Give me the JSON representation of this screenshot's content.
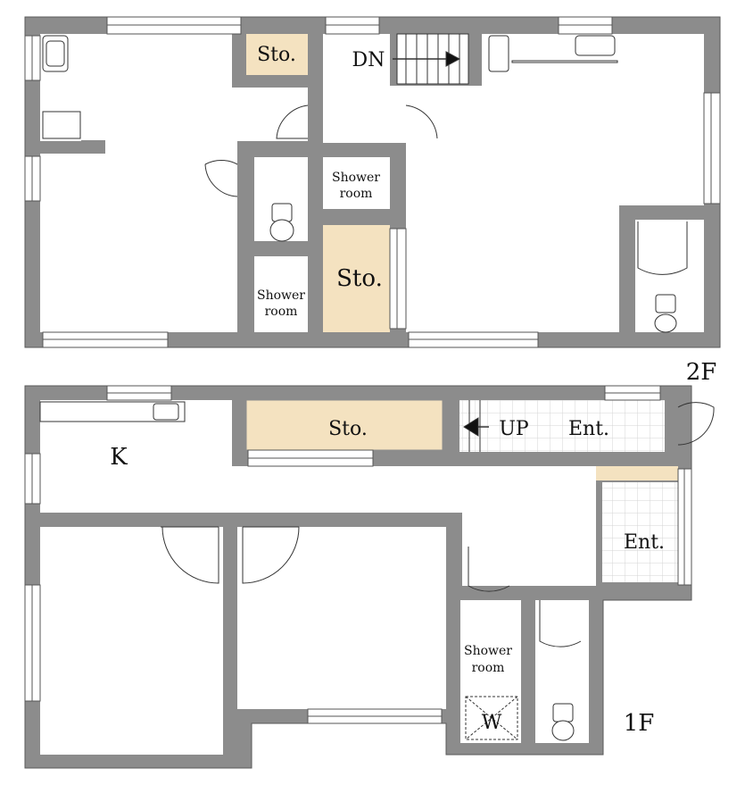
{
  "floors": [
    {
      "label": "2F",
      "rooms": [
        {
          "id": "sto-top-small",
          "text": "Sto."
        },
        {
          "id": "dn",
          "text": "DN"
        },
        {
          "id": "shower-a-1",
          "text": "Shower"
        },
        {
          "id": "shower-a-2",
          "text": "room"
        },
        {
          "id": "shower-b-1",
          "text": "Shower"
        },
        {
          "id": "shower-b-2",
          "text": "room"
        },
        {
          "id": "sto-mid",
          "text": "Sto."
        }
      ]
    },
    {
      "label": "1F",
      "rooms": [
        {
          "id": "k",
          "text": "K"
        },
        {
          "id": "sto-long",
          "text": "Sto."
        },
        {
          "id": "up",
          "text": "UP"
        },
        {
          "id": "ent-top",
          "text": "Ent."
        },
        {
          "id": "ent-side",
          "text": "Ent."
        },
        {
          "id": "shower-c-1",
          "text": "Shower"
        },
        {
          "id": "shower-c-2",
          "text": "room"
        },
        {
          "id": "w",
          "text": "W"
        }
      ]
    }
  ],
  "colors": {
    "wall": "#8c8c8c",
    "wall_outline": "#5a5a5a",
    "storage": "#f4e2c0",
    "floor": "#ffffff",
    "tile": "#e2e2e2",
    "line": "#333333"
  }
}
